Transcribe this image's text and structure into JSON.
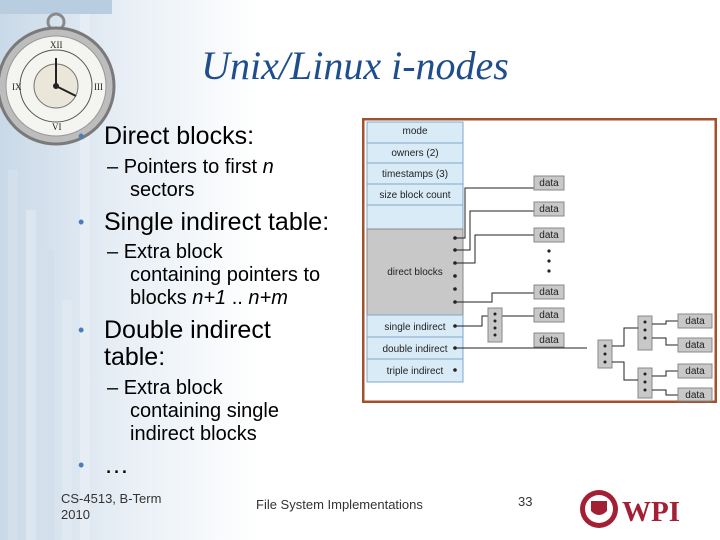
{
  "slide": {
    "title": "Unix/Linux i-nodes",
    "bullets": [
      {
        "text": "Direct blocks:",
        "sub": [
          "Pointers to first ",
          "n",
          "sectors"
        ]
      },
      {
        "text": "Single indirect table:",
        "sub": [
          "Extra block",
          "containing pointers to",
          "blocks ",
          "n+1",
          " .. ",
          "n+m"
        ]
      },
      {
        "text": "Double indirect",
        "text2": "table:",
        "sub": [
          "Extra block",
          "containing single",
          "indirect blocks"
        ]
      },
      {
        "text": "…"
      }
    ],
    "footer": {
      "course": "CS-4513, B-Term",
      "year": "2010",
      "topic": "File System Implementations",
      "page": "33"
    },
    "logo_text": "WPI"
  },
  "diagram": {
    "inode_fields": [
      "mode",
      "owners (2)",
      "timestamps (3)",
      "size block count",
      "direct blocks",
      "single indirect",
      "double indirect",
      "triple indirect"
    ],
    "data_label": "data"
  },
  "colors": {
    "accent": "#1f4e8c",
    "frame": "#a0522d",
    "inode_fill": "#d9ebf7",
    "gray_fill": "#c8c8c8"
  }
}
